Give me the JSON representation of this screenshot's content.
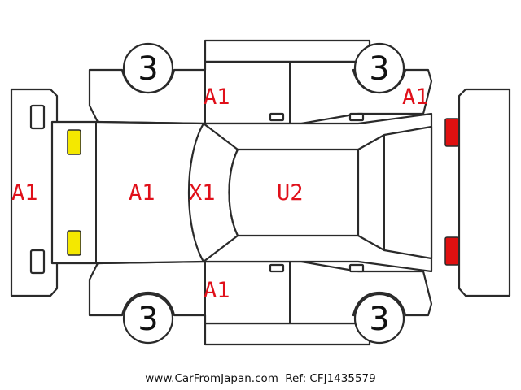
{
  "diagram": {
    "light_colors": {
      "front": "#f4e800",
      "rear": "#e01010"
    },
    "labels": {
      "front_bumper": "A1",
      "hood": "A1",
      "windshield": "X1",
      "roof": "U2",
      "left_front_door": "A1",
      "right_front_door": "A1",
      "rear": "A1"
    },
    "tyres": {
      "front_left": "3",
      "front_right": "3",
      "rear_left": "3",
      "rear_right": "3"
    }
  },
  "footer": {
    "site": "www.CarFromJapan.com",
    "ref": "Ref: CFJ1435579"
  }
}
